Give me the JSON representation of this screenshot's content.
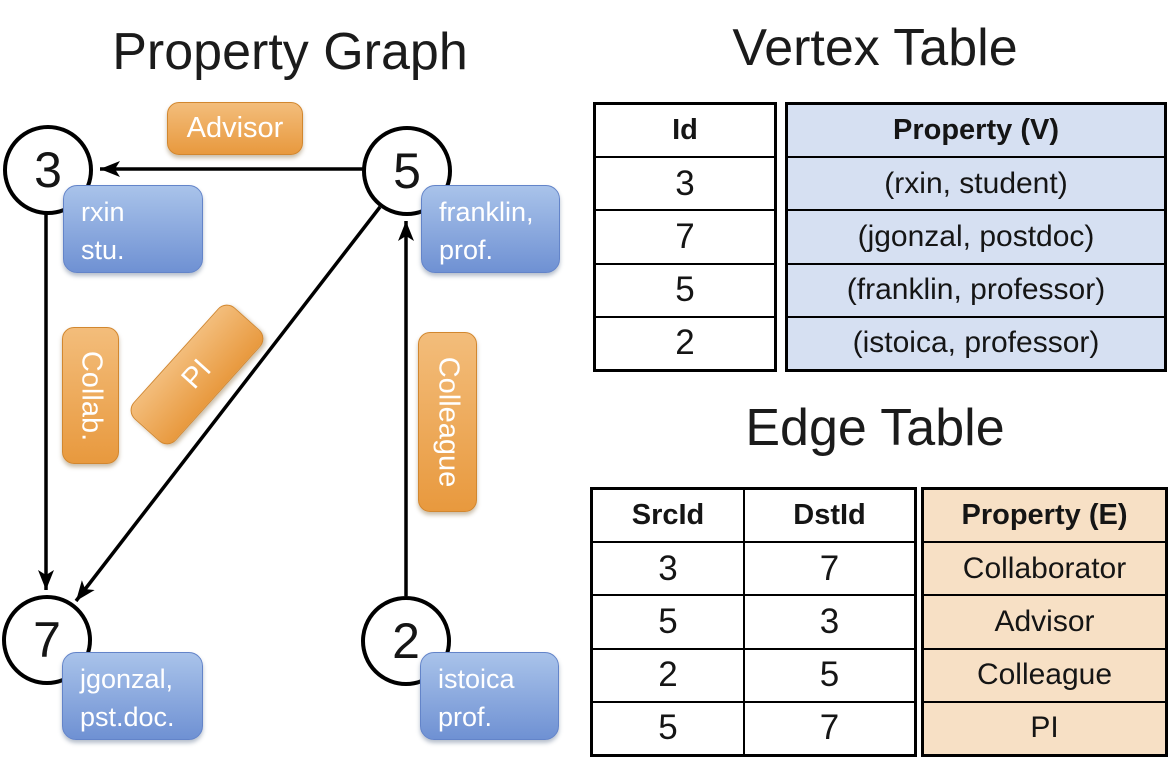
{
  "graph": {
    "title": "Property Graph",
    "nodes": [
      {
        "id": "3",
        "label_line1": "rxin",
        "label_line2": "stu."
      },
      {
        "id": "5",
        "label_line1": "franklin,",
        "label_line2": "prof."
      },
      {
        "id": "7",
        "label_line1": "jgonzal,",
        "label_line2": "pst.doc."
      },
      {
        "id": "2",
        "label_line1": "istoica",
        "label_line2": "prof."
      }
    ],
    "edge_labels": [
      {
        "label": "Advisor",
        "from": "5",
        "to": "3"
      },
      {
        "label": "Collab.",
        "from": "3",
        "to": "7"
      },
      {
        "label": "PI",
        "from": "5",
        "to": "7"
      },
      {
        "label": "Colleague",
        "from": "2",
        "to": "5"
      }
    ]
  },
  "vertex_table": {
    "title": "Vertex Table",
    "columns": {
      "id": "Id",
      "property": "Property (V)"
    },
    "rows": [
      {
        "id": "3",
        "property": "(rxin, student)"
      },
      {
        "id": "7",
        "property": "(jgonzal, postdoc)"
      },
      {
        "id": "5",
        "property": "(franklin, professor)"
      },
      {
        "id": "2",
        "property": "(istoica, professor)"
      }
    ]
  },
  "edge_table": {
    "title": "Edge Table",
    "columns": {
      "src": "SrcId",
      "dst": "DstId",
      "property": "Property (E)"
    },
    "rows": [
      {
        "src": "3",
        "dst": "7",
        "property": "Collaborator"
      },
      {
        "src": "5",
        "dst": "3",
        "property": "Advisor"
      },
      {
        "src": "2",
        "dst": "5",
        "property": "Colleague"
      },
      {
        "src": "5",
        "dst": "7",
        "property": "PI"
      }
    ]
  },
  "colors": {
    "vertex_box_top": "#a9c3ea",
    "vertex_box_bottom": "#6f91d3",
    "edge_box_top": "#f3bd7b",
    "edge_box_bottom": "#e8993e",
    "vertex_table_fill": "#d6e0f2",
    "edge_table_fill": "#f7e0c5",
    "line": "#000000"
  }
}
